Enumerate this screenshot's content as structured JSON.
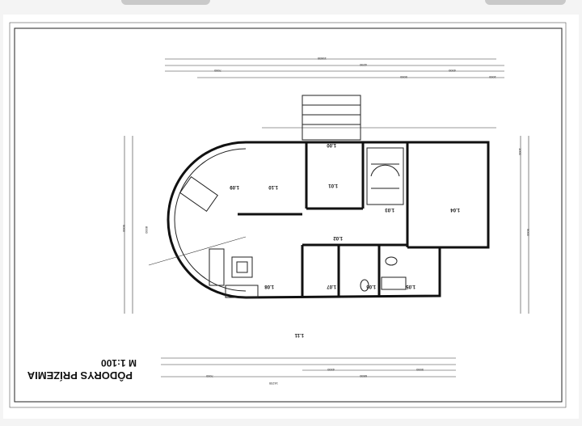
{
  "title": {
    "name": "PÔDORYS PRÍZEMIA",
    "scale": "M 1:100"
  },
  "rooms": [
    "1.00",
    "1.01",
    "1.02",
    "1.03",
    "1.04",
    "1.05",
    "1.06",
    "1.07",
    "1.08",
    "1.09",
    "1.10",
    "1.11"
  ],
  "dimensions": {
    "top": [
      "15830",
      "4250",
      "7000",
      "4500",
      "5000",
      "1000"
    ],
    "bottom": [
      "14230",
      "7000",
      "6850",
      "4500",
      "5000"
    ],
    "side": [
      "9000",
      "8000",
      "9000",
      "1000"
    ]
  }
}
